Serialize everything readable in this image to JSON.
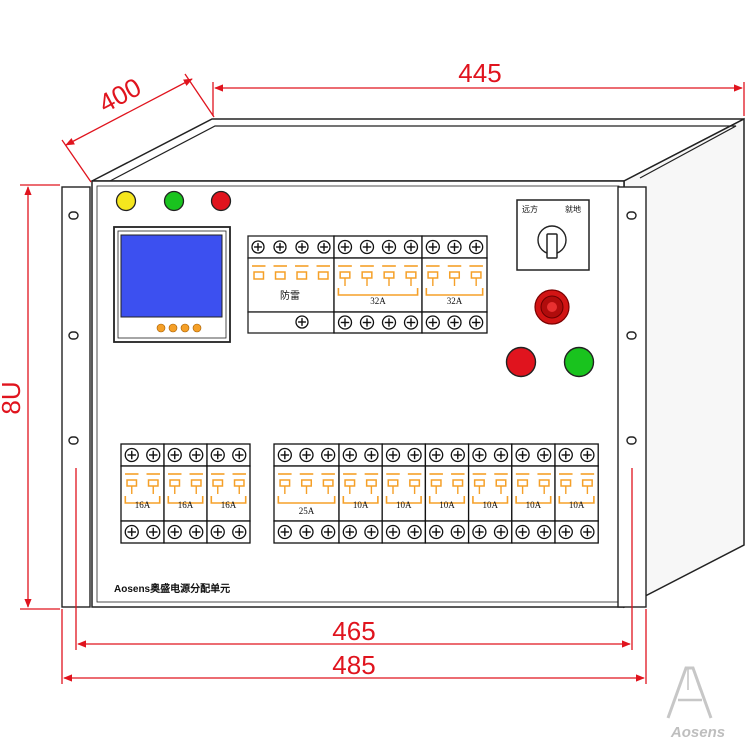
{
  "dimensions": {
    "depth": "400",
    "width_inner": "445",
    "height": "8U",
    "width_mount": "465",
    "width_total": "485"
  },
  "colors": {
    "dimension": "#e0141e",
    "indicator_yellow": "#f5e61e",
    "indicator_green": "#19c31e",
    "indicator_red": "#e0141e",
    "breaker_orange": "#f5a028",
    "meter_blue": "#3c50f0"
  },
  "selector": {
    "left_label": "远方",
    "right_label": "就地"
  },
  "surge": {
    "label": "防雷"
  },
  "upper_breakers": [
    "32A",
    "32A"
  ],
  "lower_left_breakers": [
    "16A",
    "16A",
    "16A"
  ],
  "lower_right_main": "25A",
  "lower_right_breakers": [
    "10A",
    "10A",
    "10A",
    "10A",
    "10A",
    "10A"
  ],
  "nameplate": "Aosens奥盛电源分配单元",
  "brand": "Aosens"
}
